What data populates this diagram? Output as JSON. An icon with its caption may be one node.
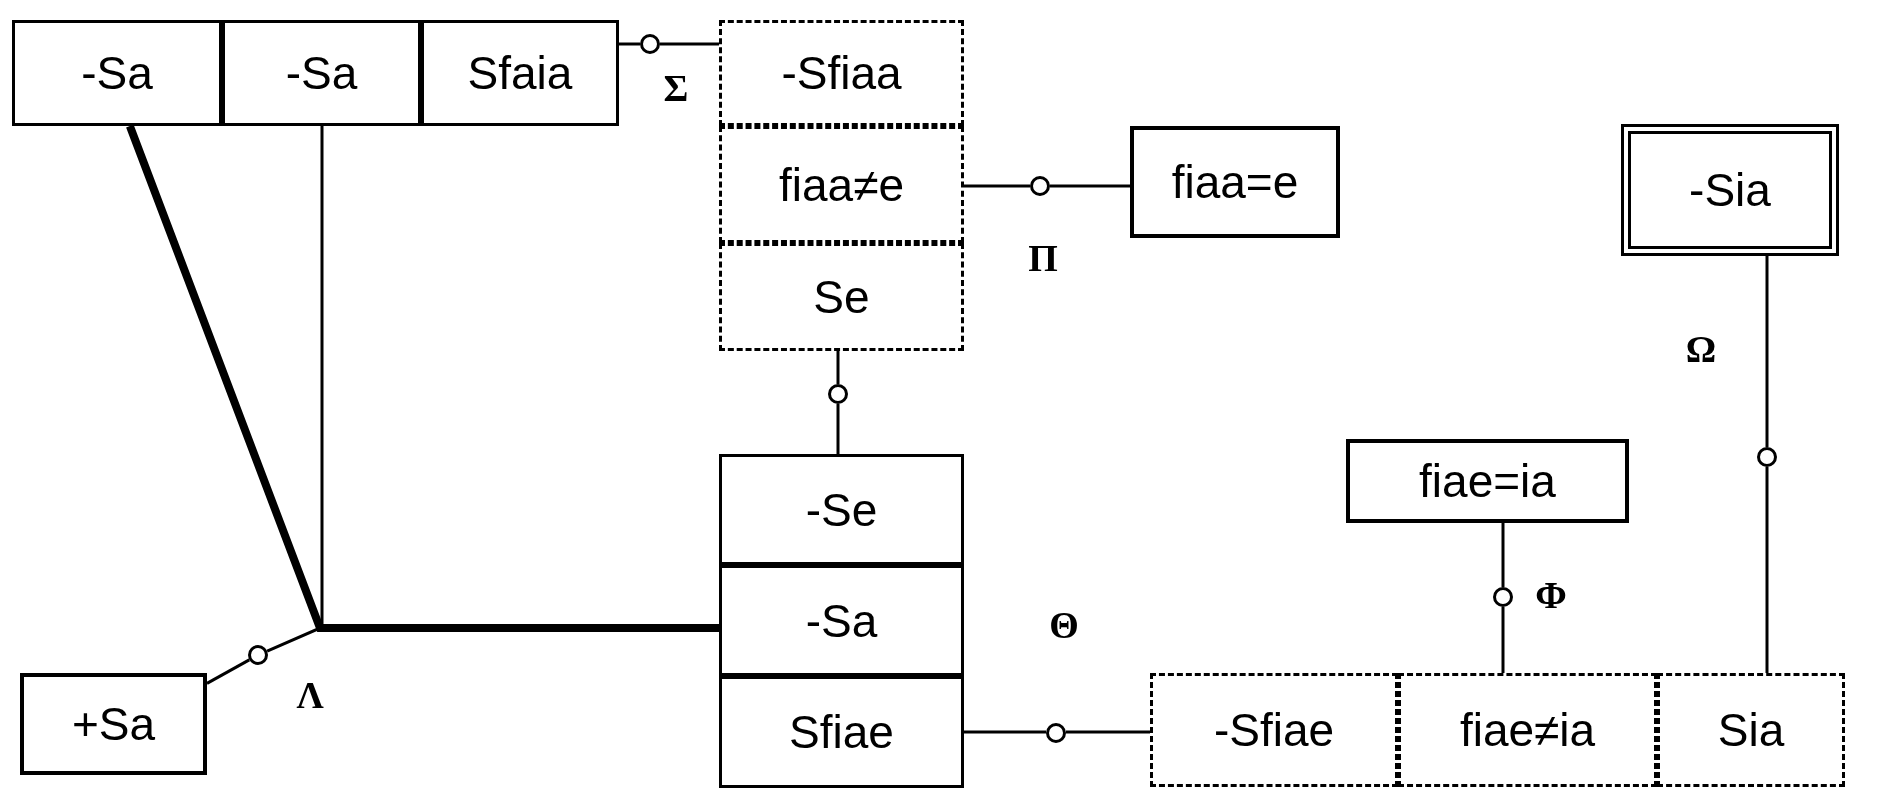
{
  "diagram": {
    "nodes": [
      {
        "text": [],
        "shape": "box"
      },
      {
        "text": [
          "-Sa"
        ],
        "in": 0
      },
      {
        "text": [
          "-Sa"
        ],
        "in": 0
      },
      {
        "text": [
          "Sfaia"
        ],
        "in": 0
      },
      {
        "text": [],
        "shape": "circle",
        "beside": [
          "Σ"
        ]
      },
      {
        "text": [],
        "shape": "box"
      },
      {
        "text": [
          "-Sfiaa"
        ],
        "in": 5
      },
      {
        "text": [
          "fiaa≠e"
        ],
        "in": 5
      },
      {
        "text": [
          "Se"
        ],
        "in": 5
      },
      {
        "text": [],
        "shape": "circle",
        "beside": [
          "Π"
        ]
      },
      {
        "text": [
          "fiaa=e"
        ]
      },
      {
        "text": [
          "-Sia"
        ]
      },
      {
        "text": [],
        "shape": "circle"
      },
      {
        "text": [],
        "shape": "circle",
        "beside": [
          "Ω"
        ]
      },
      {
        "text": [
          "fiae=ia"
        ]
      },
      {
        "text": [],
        "shape": "box"
      },
      {
        "text": [
          "-Se"
        ],
        "in": 15
      },
      {
        "text": [
          "-Sa"
        ],
        "in": 15
      },
      {
        "text": [
          "Sfiae"
        ],
        "in": 15
      },
      {
        "text": [],
        "shape": "circle",
        "beside": [
          "Φ"
        ]
      },
      {
        "text": [],
        "shape": "circle",
        "beside": [
          "Λ"
        ]
      },
      {
        "text": [
          "+Sa"
        ]
      },
      {
        "text": [],
        "shape": "circle",
        "beside": [
          "Θ"
        ]
      },
      {
        "text": [],
        "shape": "box"
      },
      {
        "text": [
          "-Sfiae"
        ],
        "in": 23
      },
      {
        "text": [
          "fiae≠ia"
        ],
        "in": 23
      },
      {
        "text": [
          "Sia"
        ],
        "in": 23
      }
    ],
    "edges": [
      {
        "from": 3,
        "to": 4,
        "arrow": "none"
      },
      {
        "from": 4,
        "to": 6,
        "arrow": "none"
      },
      {
        "from": 7,
        "to": 9,
        "arrow": "none"
      },
      {
        "from": 9,
        "to": 10,
        "arrow": "none"
      },
      {
        "from": 8,
        "to": 12,
        "arrow": "none"
      },
      {
        "from": 12,
        "to": 16,
        "arrow": "none"
      },
      {
        "from": 11,
        "to": 13,
        "arrow": "none"
      },
      {
        "from": 13,
        "to": 26,
        "arrow": "none"
      },
      {
        "from": 14,
        "to": 19,
        "arrow": "none"
      },
      {
        "from": 19,
        "to": 25,
        "arrow": "none"
      },
      {
        "from": 18,
        "to": 22,
        "arrow": "none"
      },
      {
        "from": 22,
        "to": 24,
        "arrow": "none"
      },
      {
        "from": 1,
        "to": 17,
        "arrow": "none",
        "style": "thick"
      },
      {
        "from": 2,
        "to": 17,
        "arrow": "none"
      },
      {
        "from": 21,
        "to": 20,
        "arrow": "none"
      },
      {
        "from": 20,
        "to": 17,
        "arrow": "none"
      }
    ]
  }
}
